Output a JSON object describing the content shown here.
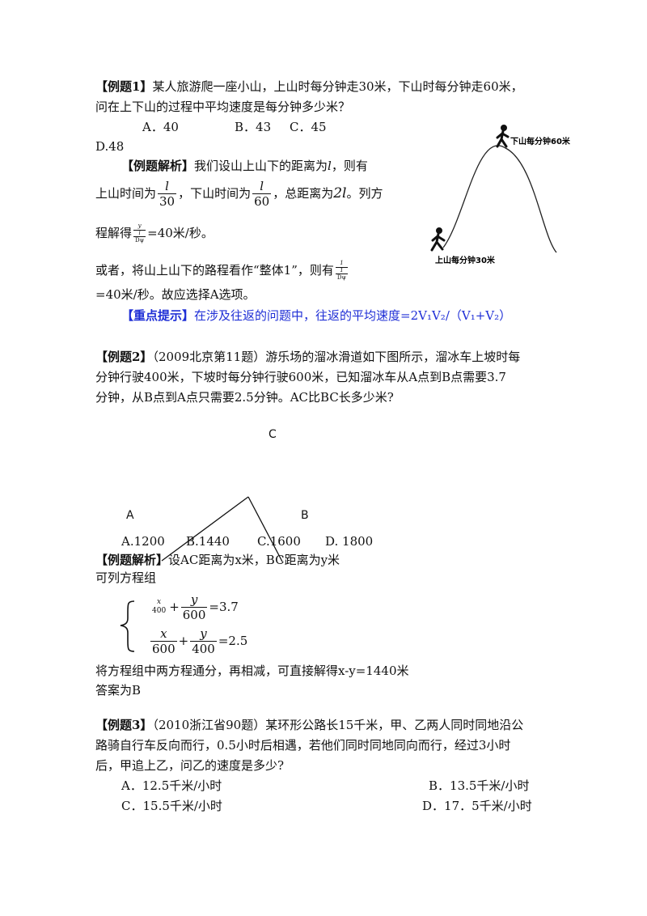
{
  "ex1": {
    "tag": "【例题1】",
    "line1": "某人旅游爬一座小山，上山时每分钟走30米，下山时每分钟走60米，",
    "line2": "问在上下山的过程中平均速度是每分钟多少米？",
    "options": [
      "A．40",
      "B．43",
      "C．45",
      "D.48"
    ],
    "analysis_tag": "【例题解析】",
    "a1": "我们设山上山下的距离为",
    "var_l": "l",
    "a1_end": "，则有",
    "a2_start": "上山时间为",
    "frac_up_num": "l",
    "frac_up_den": "30",
    "a2_mid": "，下山时间为",
    "frac_down_num": "l",
    "frac_down_den": "60",
    "a2_mid2": "，总距离为",
    "two_l": "2l",
    "a2_end": "。列方",
    "a3_start": "程解得",
    "a3_frac_num": "y",
    "a3_frac_mid": "l",
    "a3_frac_den": "Dψ",
    "a3_end": "=40米/秒。",
    "a4": "或者，将山上山下的路程看作“整体1”，则有",
    "a4_frac_num": "1",
    "a4_frac_mid": "1",
    "a4_frac_den": "Dψ",
    "a5": "=40米/秒。故应选择A选项。",
    "hint_tag": "【重点提示】",
    "hint_text": "在涉及往返的问题中，往返的平均速度=2V₁V₂/（V₁+V₂）",
    "label_down": "下山每分钟60米",
    "label_up": "上山每分钟30米"
  },
  "ex2": {
    "tag": "【例题2】",
    "line1": "（2009北京第11题）游乐场的溜冰滑道如下图所示，溜冰车上坡时每",
    "line2": "分钟行驶400米，下坡时每分钟行驶600米，已知溜冰车从A点到B点需要3.7",
    "line3": "分钟，从B点到A点只需要2.5分钟。AC比BC长多少米?",
    "point_c": "C",
    "point_a": "A",
    "point_b": "B",
    "options": [
      "A.1200",
      "B.1440",
      "C.1600",
      "D.  1800"
    ],
    "analysis_tag": "【例题解析】",
    "analysis": "设AC距离为x米，BC距离为y米",
    "line_eq": "可列方程组",
    "eq1_f1_num": "x",
    "eq1_f1_den": "400",
    "eq1_plus": "+",
    "eq1_f2_num": "y",
    "eq1_f2_den": "600",
    "eq1_rhs": "=3.7",
    "eq2_f1_num": "x",
    "eq2_f1_den": "600",
    "eq2_plus": "+",
    "eq2_f2_num": "y",
    "eq2_f2_den": "400",
    "eq2_rhs": "=2.5",
    "solve": "将方程组中两方程通分，再相减，可直接解得x-y=1440米",
    "answer": "答案为B"
  },
  "ex3": {
    "tag": "【例题3】",
    "line1": "（2010浙江省90题）某环形公路长15千米，甲、乙两人同时同地沿公",
    "line2": "路骑自行车反向而行，0.5小时后相遇，若他们同时同地同向而行，经过3小时",
    "line3": "后，甲追上乙，问乙的速度是多少?",
    "options": [
      "A．12.5千米/小时",
      "B．13.5千米/小时",
      "C．15.5千米/小时",
      "D．17．5千米/小时"
    ]
  }
}
